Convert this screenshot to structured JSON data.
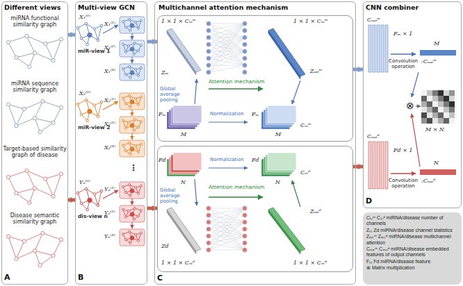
{
  "diagram": {
    "nodes": [
      {
        "text": [
          "Different views",
          "A"
        ]
      },
      {
        "text": [
          "Multi-view GCN",
          "B"
        ]
      },
      {
        "text": [
          "Multichannel attention mechanism",
          "C"
        ]
      },
      {
        "text": [
          "1 × 1 × Cᵢₙᵐ",
          "Zₘ",
          "Attention mechanism",
          "Zₐₜₜᵐ",
          "1 × 1 × Cᵢₙᵐ",
          "Global average pooling",
          "Fₘ",
          "M",
          "Normalization",
          "Fₘ",
          "M",
          "Cᵢₙᵐ"
        ],
        "in": 2
      },
      {
        "text": [
          "Fd",
          "N",
          "Normalization",
          "Fd",
          "Cᵢₙᵈ",
          "N",
          "Global average pooling",
          "Zd",
          "Attention mechanism",
          "Zₐₜₜᵈ",
          "1 × 1 × Cᵢₙᵈ",
          "1 × 1 × Cᵢₙᵈ"
        ],
        "in": 2
      },
      {
        "text": [
          "CNN combiner",
          "D",
          "Cₒᵤₜᵐ",
          "Fₘ × 1",
          "Convolution operation",
          "M",
          ":Cₒᵤₜᵐ",
          "⊗",
          "M × N",
          "Cₒᵤₜᵈ",
          "Fd × 1",
          "Convolution operation",
          "N",
          ":Cₒᵤₜᵈ"
        ]
      }
    ],
    "edges": [
      {
        "from": 0,
        "to": 1,
        "arrow": "to"
      },
      {
        "from": 0,
        "to": 1,
        "arrow": "to"
      },
      {
        "from": 1,
        "to": 3,
        "arrow": "to"
      },
      {
        "from": 1,
        "to": 4,
        "arrow": "to"
      },
      {
        "from": 3,
        "to": 5,
        "arrow": "to"
      },
      {
        "from": 4,
        "to": 5,
        "arrow": "to"
      }
    ],
    "labels": [
      "miRNA functional similarity graph",
      "miRNA sequence similarity graph",
      "Target-based similarity graph of disease",
      "Disease semantic similarity graph",
      "miR-view 1",
      "X₁⁽⁰⁾",
      "X₁⁽¹⁾",
      "X₁⁽²⁾",
      "X₁⁽³⁾",
      "miR-view 2",
      "X₂⁽⁰⁾",
      "X₂⁽¹⁾",
      "X₂⁽²⁾",
      "X₂⁽³⁾",
      "⋮",
      "dis-view n",
      "Yₙ⁽⁰⁾",
      "Yₙ⁽¹⁾",
      "Yₙ⁽²⁾",
      "Yₙ⁽³⁾"
    ],
    "legend": [
      {
        "text": "Cᵢₙᵐ Cᵢₙᵈ miRNA/disease number of channels"
      },
      {
        "text": "Zₘ Zd miRNA/disease channel statistics"
      },
      {
        "text": "Zₐₜₜᵐ Zₐₜₜᵈ miRNA/disease multichannel attention"
      },
      {
        "text": "Cₒᵤₜᵐ Cₒᵤₜᵈ miRNA/disease embedded features of output channels"
      },
      {
        "text": "Fₘ Fd miRNA/disease feature"
      },
      {
        "text": "⊗ Matrix multiplication"
      }
    ]
  }
}
